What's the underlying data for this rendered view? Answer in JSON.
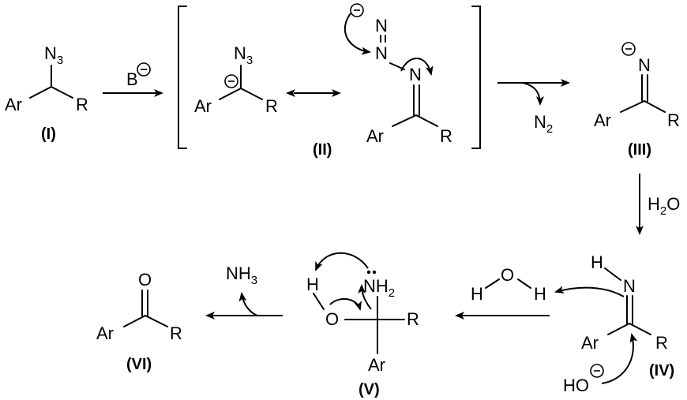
{
  "scheme": {
    "compounds": {
      "I": {
        "number": "(I)",
        "top": "N",
        "top_sub": "3",
        "left": "Ar",
        "right": "R"
      },
      "II_a": {
        "top": "N",
        "top_sub": "3",
        "left": "Ar",
        "right": "R"
      },
      "II_b": {
        "n_terminal": "N",
        "n_middle": "N",
        "n_inner": "N",
        "left": "Ar",
        "right": "R"
      },
      "II": {
        "number": "(II)"
      },
      "III": {
        "number": "(III)",
        "top": "N",
        "left": "Ar",
        "right": "R"
      },
      "IV": {
        "number": "(IV)",
        "h": "H",
        "n": "N",
        "left": "Ar",
        "right": "R",
        "ho": "HO"
      },
      "V": {
        "number": "(V)",
        "h": "H",
        "o": "O",
        "nh": "NH",
        "nh_sub": "2",
        "right": "R",
        "bottom": "Ar"
      },
      "VI": {
        "number": "(VI)",
        "top": "O",
        "left": "Ar",
        "right": "R"
      }
    },
    "reagents": {
      "base": "B",
      "n2": "N",
      "n2_sub": "2",
      "h2o_h": "H",
      "h2o_sub": "2",
      "h2o_o": "O",
      "water_h1": "H",
      "water_o": "O",
      "water_h2": "H",
      "nh3": "NH",
      "nh3_sub": "3"
    },
    "charge_symbol": "−",
    "resonance_symbol": "↔"
  }
}
